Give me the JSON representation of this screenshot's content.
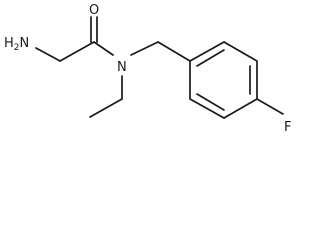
{
  "molecule": {
    "atoms": {
      "amine": {
        "element": "H",
        "count": "2",
        "suffix": "N"
      },
      "oxygen": {
        "element": "O"
      },
      "nitrogen": {
        "element": "N"
      },
      "fluorine": {
        "element": "F"
      }
    }
  },
  "colors": {
    "bond": "#1a1a1a",
    "background": "#ffffff"
  }
}
